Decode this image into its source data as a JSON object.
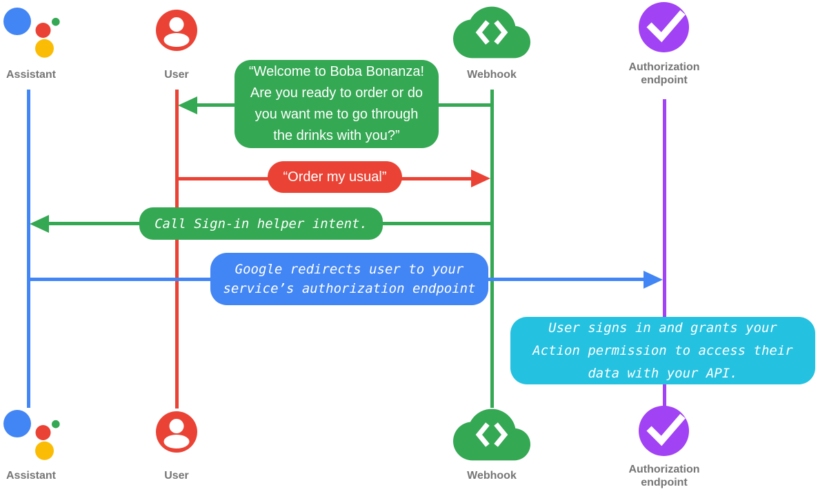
{
  "diagram_type": "sequence-diagram",
  "actors": [
    {
      "id": "assistant",
      "label": "Assistant",
      "icon": "google-assistant-icon",
      "color": "#4285F4"
    },
    {
      "id": "user",
      "label": "User",
      "icon": "user-avatar-icon",
      "color": "#EA4335"
    },
    {
      "id": "webhook",
      "label": "Webhook",
      "icon": "cloud-code-icon",
      "color": "#34A853"
    },
    {
      "id": "authorization-endpoint",
      "label": "Authorization\nendpoint",
      "icon": "check-circle-icon",
      "color": "#A142F4"
    }
  ],
  "messages": [
    {
      "from": "webhook",
      "to": "user",
      "kind": "speech-bubble",
      "color": "#34A853",
      "text": "“Welcome to Boba Bonanza!\nAre you ready to order or do\nyou want me to go through\nthe drinks with you?”"
    },
    {
      "from": "user",
      "to": "webhook",
      "kind": "speech-bubble",
      "color": "#EA4335",
      "text": "“Order my usual”"
    },
    {
      "from": "webhook",
      "to": "assistant",
      "kind": "system-call",
      "color": "#34A853",
      "text": "Call Sign-in helper intent."
    },
    {
      "from": "assistant",
      "to": "authorization-endpoint",
      "kind": "system-call",
      "color": "#4285F4",
      "text": "Google redirects user to your\nservice’s authorization endpoint"
    },
    {
      "on": "authorization-endpoint",
      "kind": "note",
      "color": "#24C1E0",
      "text": "User signs in and grants your\nAction permission to access their\ndata with your API."
    }
  ],
  "palette": {
    "blue": "#4285F4",
    "red": "#EA4335",
    "green": "#34A853",
    "yellow": "#FBBC05",
    "purple": "#A142F4",
    "cyan": "#24C1E0",
    "label_gray": "#757575",
    "bubble_text": "#FFFFFF"
  }
}
